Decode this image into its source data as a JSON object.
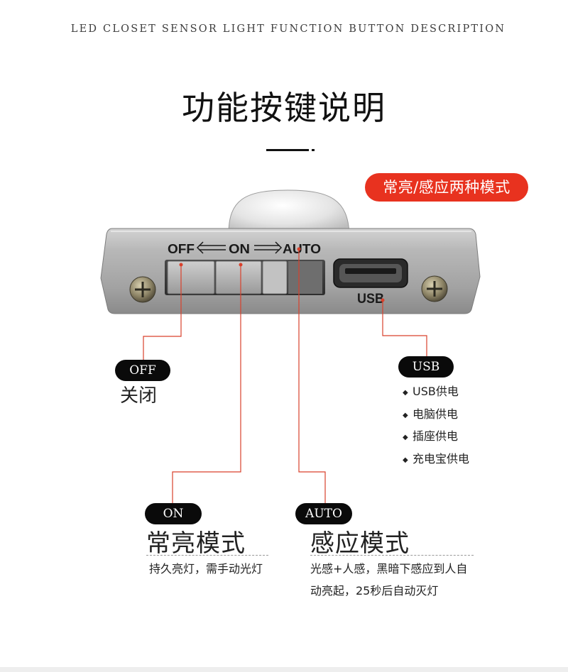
{
  "header": {
    "subtitle": "LED CLOSET SENSOR LIGHT FUNCTION BUTTON DESCRIPTION",
    "title": "功能按键说明"
  },
  "badge": {
    "text": "常亮/感应两种模式",
    "color": "#e8321f"
  },
  "device": {
    "switch_labels": {
      "off": "OFF",
      "on": "ON",
      "auto": "AUTO"
    },
    "port_label": "USB"
  },
  "callouts": {
    "off": {
      "tag": "OFF",
      "title": "关闭"
    },
    "usb": {
      "tag": "USB",
      "items": [
        "USB供电",
        "电脑供电",
        "插座供电",
        "充电宝供电"
      ]
    },
    "on": {
      "tag": "ON",
      "title": "常亮模式",
      "desc": "持久亮灯，需手动光灯"
    },
    "auto": {
      "tag": "AUTO",
      "title": "感应模式",
      "desc_lines": [
        "光感+人感，黑暗下感应到人自",
        "动亮起，25秒后自动灭灯"
      ]
    }
  },
  "colors": {
    "leader_line": "#d9412c",
    "pill_bg": "#0a0a0a",
    "device_body": "#a9a9a9"
  }
}
